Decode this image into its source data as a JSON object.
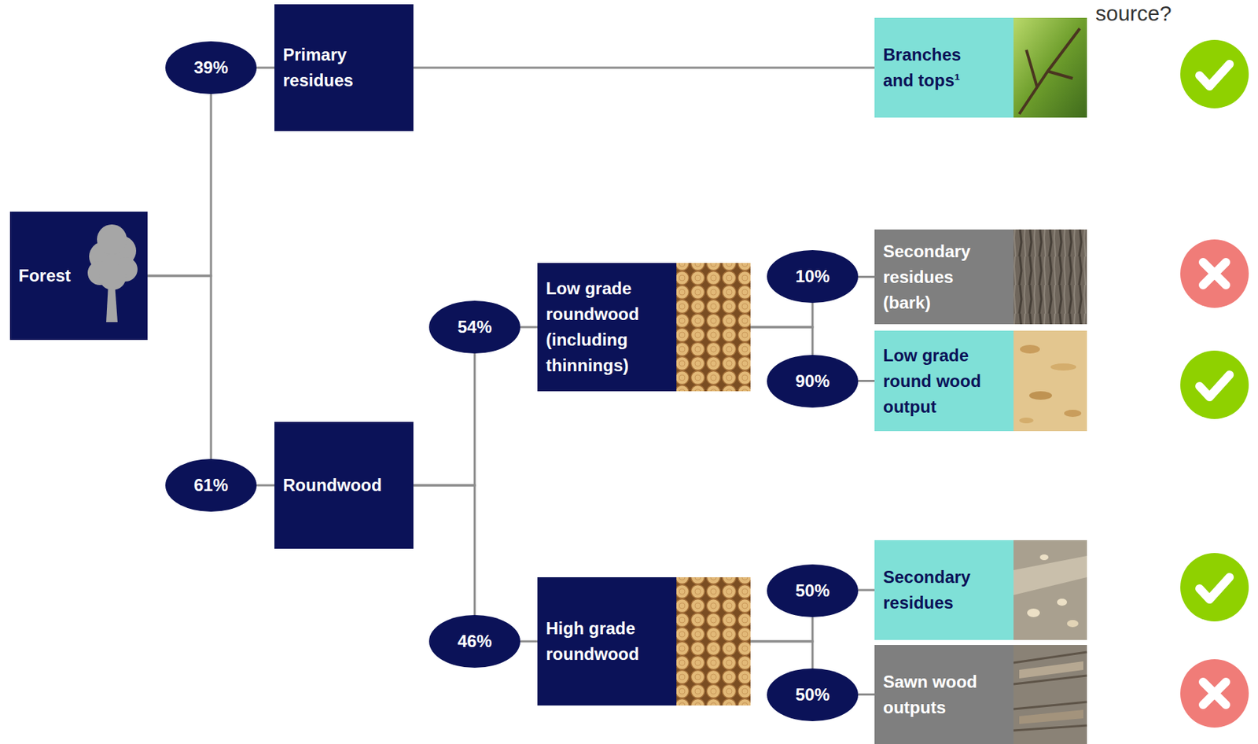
{
  "diagram": {
    "nodes": [
      {
        "text": [
          "Forest"
        ]
      },
      {
        "text": [
          "39%"
        ]
      },
      {
        "text": [
          "Primary residues"
        ]
      },
      {
        "text": [
          "Branches and tops¹"
        ]
      },
      {
        "text": [
          "61%"
        ]
      },
      {
        "text": [
          "Roundwood"
        ]
      },
      {
        "text": [
          "54%"
        ]
      },
      {
        "text": [
          "Low grade roundwood (including thinnings)"
        ]
      },
      {
        "text": [
          "10%"
        ]
      },
      {
        "text": [
          "Secondary residues (bark)"
        ]
      },
      {
        "text": [
          "90%"
        ]
      },
      {
        "text": [
          "Low grade round wood output"
        ]
      },
      {
        "text": [
          "46%"
        ]
      },
      {
        "text": [
          "High grade roundwood"
        ]
      },
      {
        "text": [
          "50%"
        ]
      },
      {
        "text": [
          "Secondary residues"
        ]
      },
      {
        "text": [
          "50%"
        ]
      },
      {
        "text": [
          "Sawn wood outputs"
        ]
      }
    ],
    "edges": [
      {
        "from": 0,
        "to": 1,
        "arrow": "none"
      },
      {
        "from": 0,
        "to": 4,
        "arrow": "none"
      },
      {
        "from": 1,
        "to": 2,
        "arrow": "none"
      },
      {
        "from": 2,
        "to": 3,
        "arrow": "none"
      },
      {
        "from": 4,
        "to": 5,
        "arrow": "none"
      },
      {
        "from": 5,
        "to": 6,
        "arrow": "none"
      },
      {
        "from": 5,
        "to": 12,
        "arrow": "none"
      },
      {
        "from": 6,
        "to": 7,
        "arrow": "none"
      },
      {
        "from": 7,
        "to": 8,
        "arrow": "none"
      },
      {
        "from": 7,
        "to": 10,
        "arrow": "none"
      },
      {
        "from": 8,
        "to": 9,
        "arrow": "none"
      },
      {
        "from": 10,
        "to": 11,
        "arrow": "none"
      },
      {
        "from": 12,
        "to": 13,
        "arrow": "none"
      },
      {
        "from": 13,
        "to": 14,
        "arrow": "none"
      },
      {
        "from": 13,
        "to": 16,
        "arrow": "none"
      },
      {
        "from": 14,
        "to": 15,
        "arrow": "none"
      },
      {
        "from": 16,
        "to": 17,
        "arrow": "none"
      }
    ],
    "labels": [
      "source?"
    ]
  }
}
